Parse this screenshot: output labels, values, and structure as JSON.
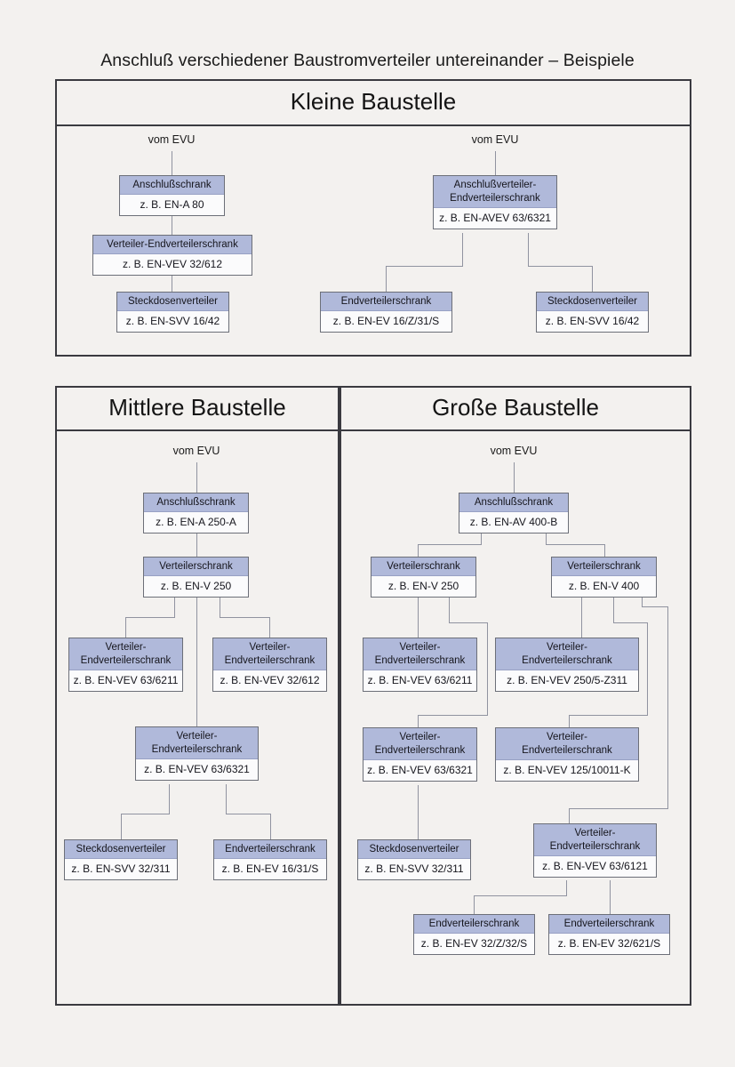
{
  "document": {
    "title": "Anschluß verschiedener Baustromverteiler untereinander – Beispiele",
    "source_label": "vom EVU"
  },
  "colors": {
    "page_background": "#f3f1ef",
    "frame_border": "#3a3a40",
    "node_header": "#b0b9da",
    "node_body": "#fbfbfc",
    "node_border": "#6c6f78",
    "connector": "#9093a0",
    "text": "#15151c"
  },
  "sections": [
    {
      "id": "kleine",
      "title": "Kleine Baustelle",
      "sources": [
        "vom EVU",
        "vom EVU"
      ],
      "nodes": [
        {
          "id": "k-a80",
          "header": "Anschlußschrank",
          "body": "z. B. EN-A 80"
        },
        {
          "id": "k-vev32",
          "header": "Verteiler-Endverteilerschrank",
          "body": "z. B. EN-VEV 32/612"
        },
        {
          "id": "k-svv16",
          "header": "Steckdosenverteiler",
          "body": "z. B. EN-SVV 16/42"
        },
        {
          "id": "k-avev",
          "header": "Anschlußverteiler-\nEndverteilerschrank",
          "body": "z. B. EN-AVEV 63/6321"
        },
        {
          "id": "k-ev16",
          "header": "Endverteilerschrank",
          "body": "z. B. EN-EV 16/Z/31/S"
        },
        {
          "id": "k-svv16b",
          "header": "Steckdosenverteiler",
          "body": "z. B. EN-SVV 16/42"
        }
      ]
    },
    {
      "id": "mittlere",
      "title": "Mittlere Baustelle",
      "sources": [
        "vom EVU"
      ],
      "nodes": [
        {
          "id": "m-a250",
          "header": "Anschlußschrank",
          "body": "z. B. EN-A 250-A"
        },
        {
          "id": "m-v250",
          "header": "Verteilerschrank",
          "body": "z. B. EN-V 250"
        },
        {
          "id": "m-vev6211",
          "header": "Verteiler-\nEndverteilerschrank",
          "body": "z. B. EN-VEV 63/6211"
        },
        {
          "id": "m-vev32",
          "header": "Verteiler-\nEndverteilerschrank",
          "body": "z. B. EN-VEV 32/612"
        },
        {
          "id": "m-vev6321",
          "header": "Verteiler-\nEndverteilerschrank",
          "body": "z. B. EN-VEV 63/6321"
        },
        {
          "id": "m-svv32",
          "header": "Steckdosenverteiler",
          "body": "z. B. EN-SVV 32/311"
        },
        {
          "id": "m-ev16",
          "header": "Endverteilerschrank",
          "body": "z. B. EN-EV 16/31/S"
        }
      ]
    },
    {
      "id": "grosse",
      "title": "Große Baustelle",
      "sources": [
        "vom EVU"
      ],
      "nodes": [
        {
          "id": "g-av400",
          "header": "Anschlußschrank",
          "body": "z. B. EN-AV 400-B"
        },
        {
          "id": "g-v250",
          "header": "Verteilerschrank",
          "body": "z. B. EN-V 250"
        },
        {
          "id": "g-v400",
          "header": "Verteilerschrank",
          "body": "z. B. EN-V 400"
        },
        {
          "id": "g-vev6211",
          "header": "Verteiler-\nEndverteilerschrank",
          "body": "z. B. EN-VEV 63/6211"
        },
        {
          "id": "g-vev250z",
          "header": "Verteiler-\nEndverteilerschrank",
          "body": "z. B. EN-VEV 250/5-Z311"
        },
        {
          "id": "g-vev6321",
          "header": "Verteiler-\nEndverteilerschrank",
          "body": "z. B. EN-VEV 63/6321"
        },
        {
          "id": "g-vev125",
          "header": "Verteiler-\nEndverteilerschrank",
          "body": "z. B. EN-VEV 125/10011-K"
        },
        {
          "id": "g-svv32",
          "header": "Steckdosenverteiler",
          "body": "z. B. EN-SVV 32/311"
        },
        {
          "id": "g-vev6121",
          "header": "Verteiler-\nEndverteilerschrank",
          "body": "z. B. EN-VEV 63/6121"
        },
        {
          "id": "g-ev32z",
          "header": "Endverteilerschrank",
          "body": "z. B. EN-EV 32/Z/32/S"
        },
        {
          "id": "g-ev32621",
          "header": "Endverteilerschrank",
          "body": "z. B. EN-EV 32/621/S"
        }
      ]
    }
  ]
}
